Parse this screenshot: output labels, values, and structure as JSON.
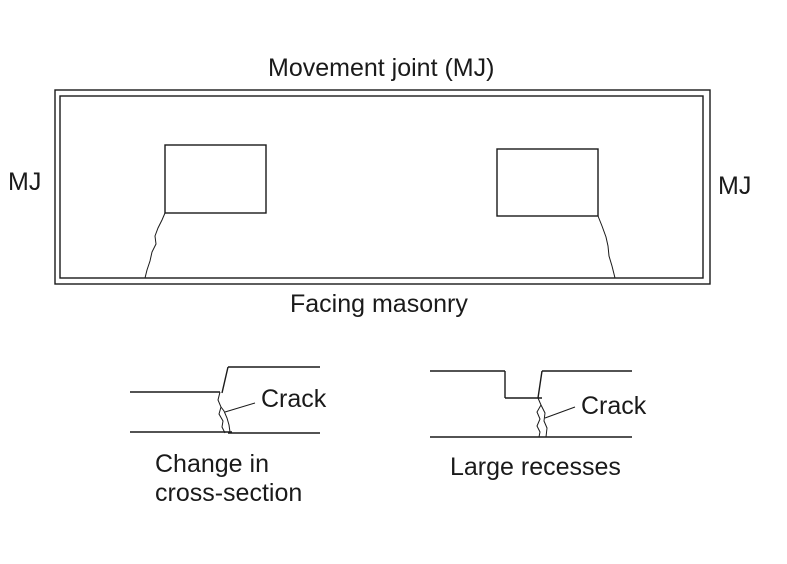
{
  "wall_diagram": {
    "top_label": "Movement joint (MJ)",
    "left_label": "MJ",
    "right_label": "MJ",
    "bottom_label": "Facing masonry"
  },
  "detail_cross_section": {
    "crack_label": "Crack",
    "caption_line1": "Change in",
    "caption_line2": "cross-section"
  },
  "detail_recesses": {
    "crack_label": "Crack",
    "caption": "Large recesses"
  }
}
